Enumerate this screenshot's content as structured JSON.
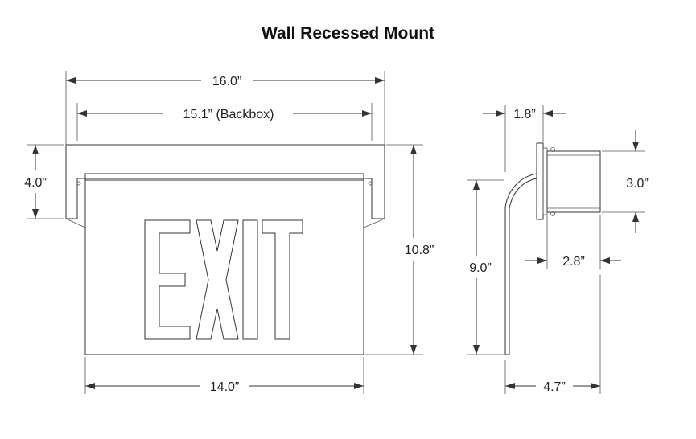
{
  "title": "Wall Recessed Mount",
  "front": {
    "overall_width": "16.0”",
    "backbox_width": "15.1” (Backbox)",
    "backbox_height": "4.0”",
    "overall_height": "10.8”",
    "panel_width": "14.0”",
    "sign_text": "EXIT"
  },
  "side": {
    "flange_depth": "1.8”",
    "box_height": "3.0”",
    "box_depth": "2.8”",
    "panel_height": "9.0”",
    "overall_depth": "4.7”"
  }
}
